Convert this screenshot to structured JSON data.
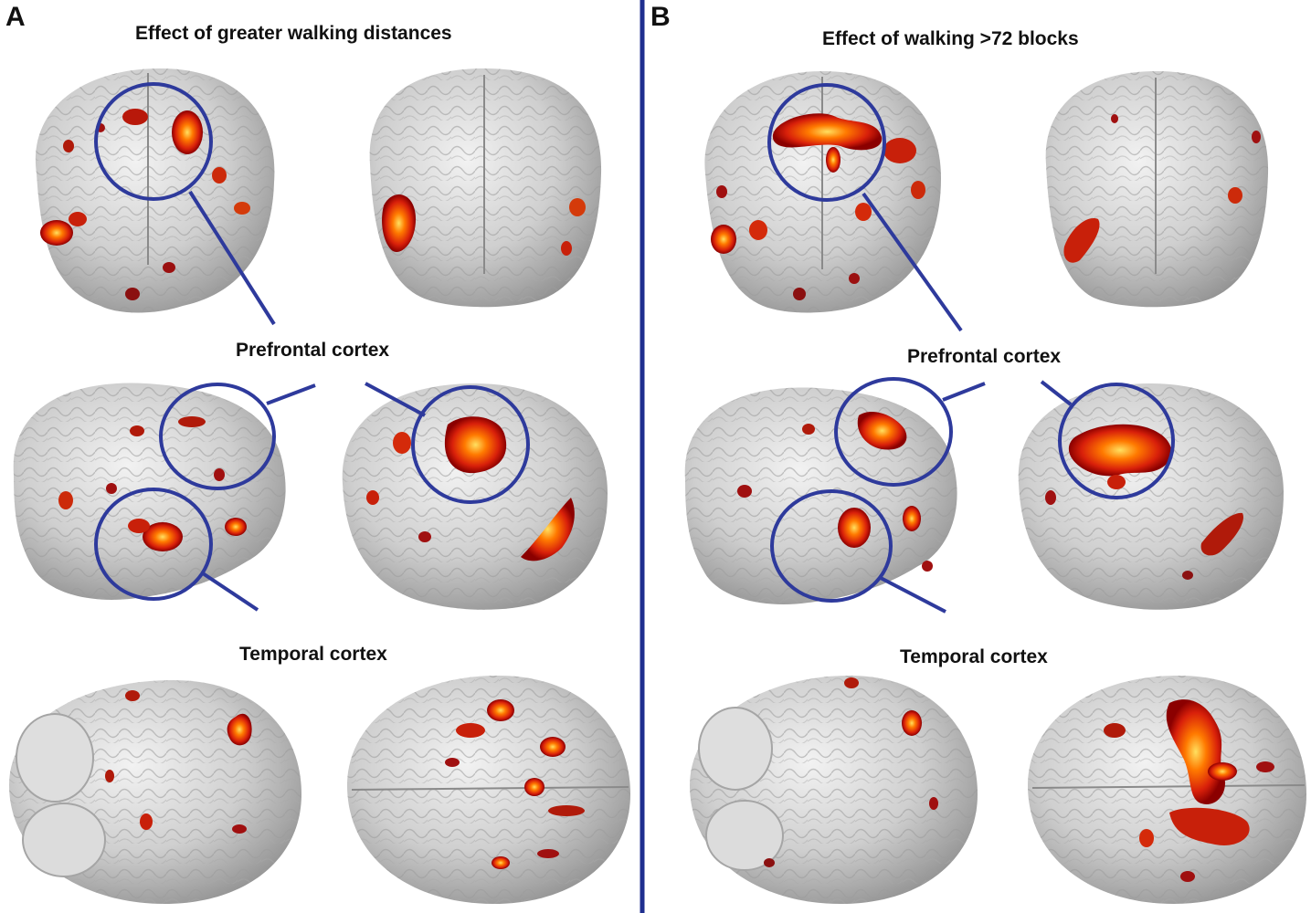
{
  "figure": {
    "divider_color": "#1f2f8f",
    "circle_color": "#2e3a9c",
    "brain_color": "#c9c9c9",
    "activation_colors": [
      "#8b0000",
      "#d42a0a",
      "#ff6a00",
      "#ffd040"
    ]
  },
  "panels": [
    {
      "letter": "A",
      "title": "Effect of greater walking distances",
      "label_prefrontal": "Prefrontal cortex",
      "label_temporal": "Temporal cortex"
    },
    {
      "letter": "B",
      "title": "Effect of walking >72 blocks",
      "label_prefrontal": "Prefrontal cortex",
      "label_temporal": "Temporal cortex"
    }
  ]
}
